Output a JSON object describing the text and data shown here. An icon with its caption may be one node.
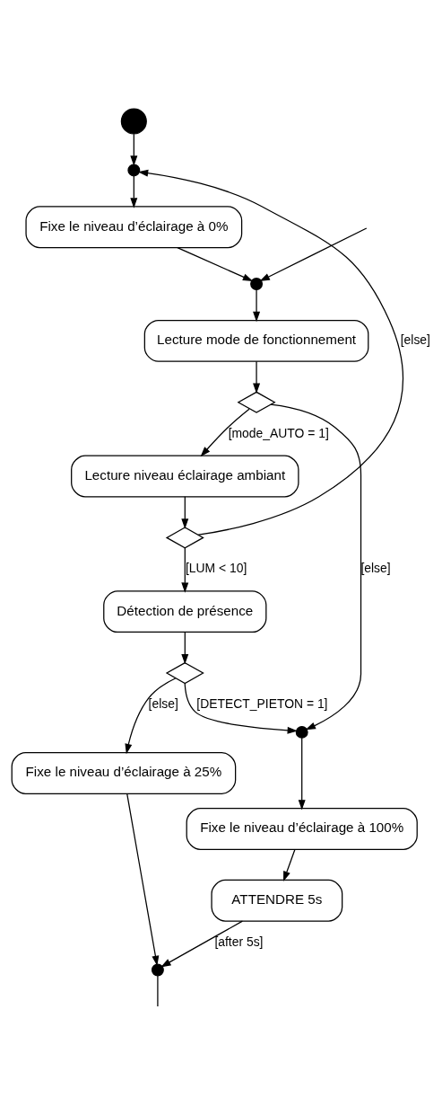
{
  "diagram": {
    "nodes": [
      {
        "text": [],
        "shape": "circle"
      },
      {
        "text": [],
        "shape": "circle"
      },
      {
        "text": [
          "Fixe le niveau d’éclairage à 0%"
        ]
      },
      {
        "text": [],
        "shape": "circle"
      },
      {
        "text": [
          "Lecture mode de fonctionnement"
        ]
      },
      {
        "text": [],
        "shape": "diamond"
      },
      {
        "text": [
          "Lecture niveau éclairage ambiant"
        ]
      },
      {
        "text": [],
        "shape": "diamond"
      },
      {
        "text": [
          "Détection de présence"
        ]
      },
      {
        "text": [],
        "shape": "diamond"
      },
      {
        "text": [
          "Fixe le niveau d’éclairage à 25%"
        ]
      },
      {
        "text": [],
        "shape": "circle"
      },
      {
        "text": [
          "Fixe le niveau d’éclairage à 100%"
        ]
      },
      {
        "text": [
          "ATTENDRE 5s"
        ]
      },
      {
        "text": [],
        "shape": "circle"
      }
    ],
    "edges": [
      {
        "from": 0,
        "to": 1,
        "arrow": "to"
      },
      {
        "from": 1,
        "to": 2,
        "arrow": "to"
      },
      {
        "from": 2,
        "to": 3,
        "arrow": "to"
      },
      {
        "from": null,
        "to": 3,
        "arrow": "to"
      },
      {
        "from": 3,
        "to": 4,
        "arrow": "to"
      },
      {
        "from": 4,
        "to": 5,
        "arrow": "to"
      },
      {
        "from": 5,
        "to": 6,
        "arrow": "to",
        "label": "[mode_AUTO = 1]"
      },
      {
        "from": 5,
        "to": 11,
        "arrow": "to",
        "label": "[else]"
      },
      {
        "from": 6,
        "to": 7,
        "arrow": "to"
      },
      {
        "from": 7,
        "to": 1,
        "arrow": "to",
        "label": "[else]"
      },
      {
        "from": 7,
        "to": 8,
        "arrow": "to",
        "label": "[LUM < 10]"
      },
      {
        "from": 8,
        "to": 9,
        "arrow": "to"
      },
      {
        "from": 9,
        "to": 10,
        "arrow": "to",
        "label": "[else]"
      },
      {
        "from": 9,
        "to": 11,
        "arrow": "to",
        "label": "[DETECT_PIETON = 1]"
      },
      {
        "from": 11,
        "to": 12,
        "arrow": "to"
      },
      {
        "from": 12,
        "to": 13,
        "arrow": "to"
      },
      {
        "from": 13,
        "to": 14,
        "arrow": "to",
        "label": "[after 5s]"
      },
      {
        "from": 10,
        "to": 14,
        "arrow": "to"
      },
      {
        "from": 14,
        "to": null,
        "arrow": "none"
      }
    ]
  }
}
